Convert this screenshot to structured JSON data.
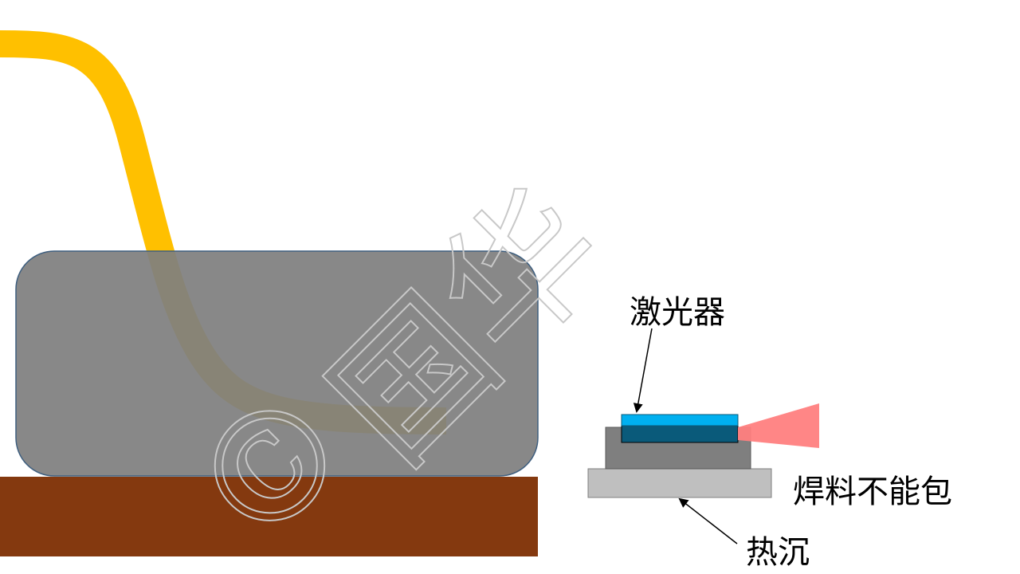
{
  "labels": {
    "laser": "激光器",
    "solder": "焊料不能包",
    "heatsink": "热沉"
  },
  "watermark": {
    "symbol": "©",
    "text": "国华"
  },
  "colors": {
    "fiber": "#FFC000",
    "fiber_under_mold": "#8A6608",
    "mold": "#7F7F7F",
    "mold_border": "#3F5F7F",
    "base": "#84390F",
    "laser_top": "#00B0F0",
    "laser_body": "#0A5A7A",
    "solder_block": "#7F7F7F",
    "heatsink": "#BFBFBF",
    "beam": "#FF8080"
  }
}
